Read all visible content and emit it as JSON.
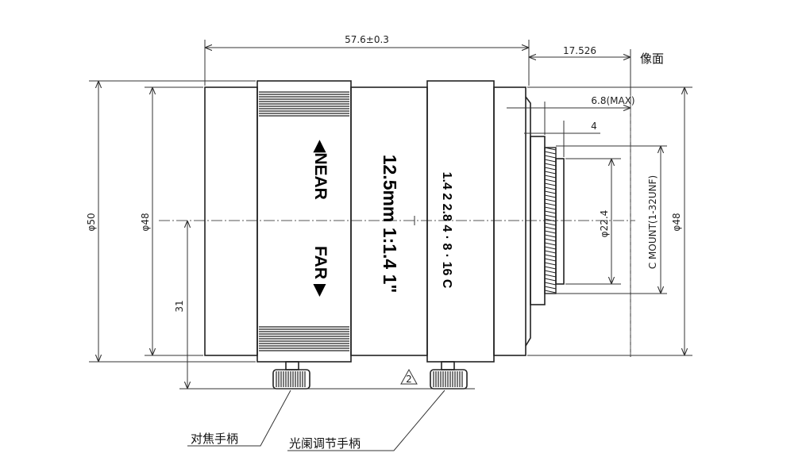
{
  "dimensions": {
    "overall_length": "57.6±0.3",
    "back_focal": "17.526",
    "image_plane": "像面",
    "flange_max": "6.8(MAX)",
    "thread_len": "4",
    "outer_dia_50": "φ50",
    "dia_48_left": "φ48",
    "height_31": "31",
    "thread_dia": "φ22.4",
    "mount": "C MOUNT(1-32UNF)",
    "dia_48_right": "φ48"
  },
  "lens_markings": {
    "near": "◀NEAR",
    "far": "FAR ▶",
    "model": "12.5mm 1:1.4 1\"",
    "aperture_scale": "1.4 2 2.8 4 · 8 · 16 C"
  },
  "callouts": {
    "focus_handle": "对焦手柄",
    "iris_handle": "光阑调节手柄",
    "note_marker": "2"
  }
}
